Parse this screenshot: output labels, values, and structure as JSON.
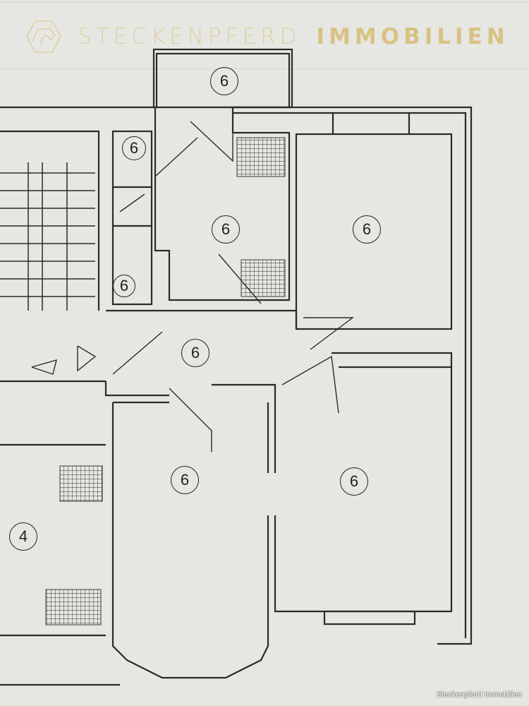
{
  "logo": {
    "name_light": "STECKENPFERD",
    "name_bold": "IMMOBILIEN",
    "color_light": "#ddd0a0",
    "color_bold": "#d8c283"
  },
  "rooms": [
    {
      "id": "balcony",
      "label": "6"
    },
    {
      "id": "bath",
      "label": "6"
    },
    {
      "id": "kitchen",
      "label": "6"
    },
    {
      "id": "room-top-right",
      "label": "6"
    },
    {
      "id": "wc",
      "label": "6"
    },
    {
      "id": "hallway",
      "label": "6"
    },
    {
      "id": "room-bottom-left",
      "label": "6"
    },
    {
      "id": "room-bottom-right",
      "label": "6"
    },
    {
      "id": "neighbor",
      "label": "4"
    }
  ],
  "watermark": "Steckenpferd Immobilien"
}
